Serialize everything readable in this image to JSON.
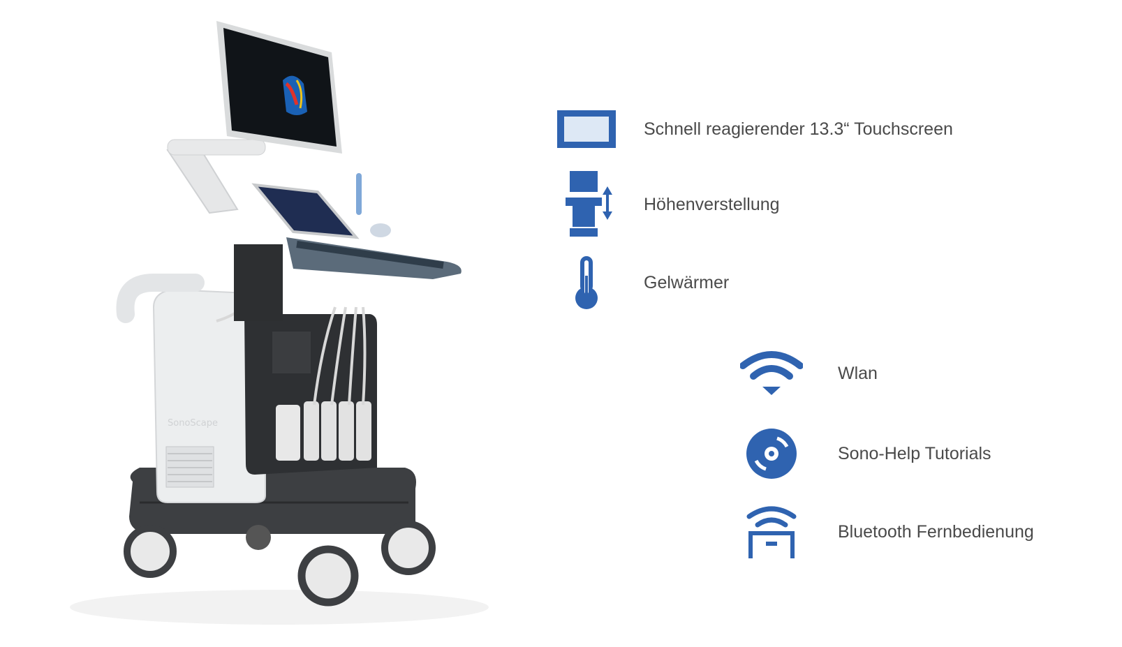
{
  "colors": {
    "icon": "#2f63b0",
    "text": "#4a4a4a"
  },
  "product": {
    "brand": "SonoScape"
  },
  "features": [
    {
      "icon": "touchscreen-icon",
      "label": "Schnell reagierender 13.3“ Touchscreen"
    },
    {
      "icon": "height-adjust-icon",
      "label": "Höhenverstellung"
    },
    {
      "icon": "thermometer-icon",
      "label": "Gelwärmer"
    },
    {
      "icon": "wifi-icon",
      "label": "Wlan"
    },
    {
      "icon": "disc-icon",
      "label": "Sono-Help Tutorials"
    },
    {
      "icon": "bluetooth-remote-icon",
      "label": "Bluetooth Fernbedienung"
    }
  ]
}
